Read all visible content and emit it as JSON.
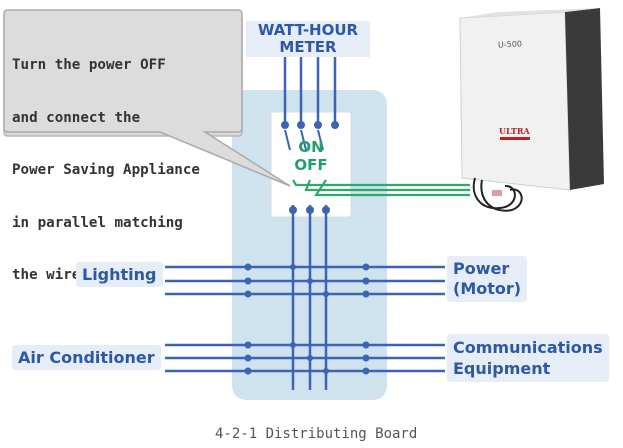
{
  "callout": {
    "lines": [
      "Turn the power OFF",
      "and connect the",
      "Power Saving Appliance",
      "in parallel matching",
      "the wires"
    ]
  },
  "meter": {
    "line1": "WATT-HOUR",
    "line2": "METER"
  },
  "switch": {
    "on": "ON",
    "off": "OFF"
  },
  "labels": {
    "lighting": "Lighting",
    "air_conditioner": "Air Conditioner",
    "power_line1": "Power",
    "power_line2": "(Motor)",
    "comm_line1": "Communications",
    "comm_line2": "Equipment"
  },
  "device": {
    "model": "U-500",
    "brand": "ULTRA"
  },
  "caption": "4-2-1 Distributing Board",
  "colors": {
    "wire": "#3d63b4",
    "board": "#cfe3ee",
    "label_bg": "#e6edf6",
    "label_text": "#2c58a6",
    "switch_text": "#20a070",
    "green_wire": "#2fa86a"
  }
}
